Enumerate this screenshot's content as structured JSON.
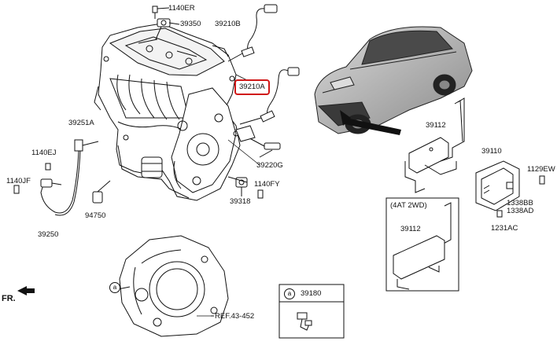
{
  "diagram": {
    "front_marker": "FR.",
    "callout_symbol": "a",
    "highlight_color": "#d01818",
    "line_color": "#111111",
    "parts": [
      {
        "id": "1140ER",
        "label": "1140ER"
      },
      {
        "id": "39350",
        "label": "39350"
      },
      {
        "id": "39210B",
        "label": "39210B"
      },
      {
        "id": "39210A",
        "label": "39210A",
        "highlighted": true
      },
      {
        "id": "39251A",
        "label": "39251A"
      },
      {
        "id": "1140EJ",
        "label": "1140EJ"
      },
      {
        "id": "1140JF",
        "label": "1140JF"
      },
      {
        "id": "39250",
        "label": "39250"
      },
      {
        "id": "94750",
        "label": "94750"
      },
      {
        "id": "39220G",
        "label": "39220G"
      },
      {
        "id": "1140FY",
        "label": "1140FY"
      },
      {
        "id": "39318",
        "label": "39318"
      },
      {
        "id": "39112a",
        "label": "39112"
      },
      {
        "id": "39110",
        "label": "39110"
      },
      {
        "id": "1129EW",
        "label": "1129EW"
      },
      {
        "id": "1338BB",
        "label": "1338BB"
      },
      {
        "id": "1338AD",
        "label": "1338AD"
      },
      {
        "id": "1231AC",
        "label": "1231AC"
      },
      {
        "id": "39112b",
        "label": "39112"
      },
      {
        "id": "ref",
        "label": "REF.43-452"
      }
    ],
    "variant_box": {
      "title": "(4AT 2WD)"
    },
    "legend_box": {
      "symbol": "a",
      "part": "39180"
    }
  }
}
